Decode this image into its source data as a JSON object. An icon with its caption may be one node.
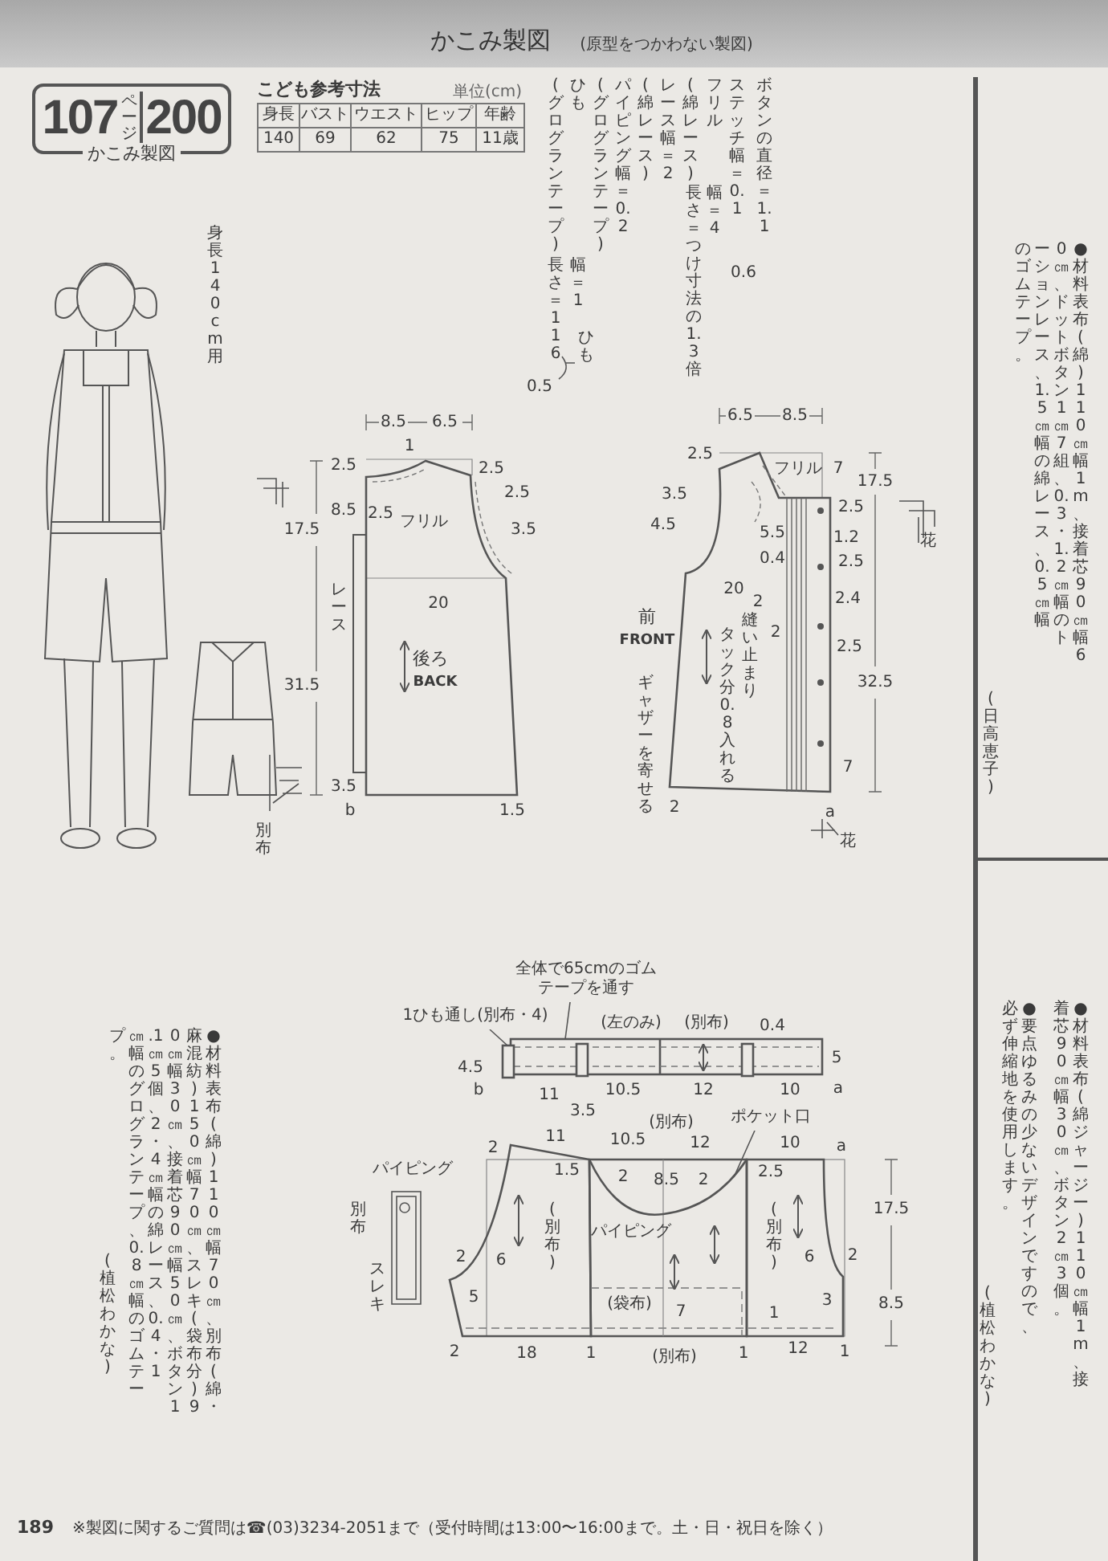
{
  "diagram": {
    "title": "かこみ製図",
    "nodes": [
      {
        "text": [
          "107",
          "ページ",
          "200",
          "かこみ製図"
        ]
      },
      {
        "text": [
          "全体で65cmのゴムテープを通す"
        ]
      },
      {
        "text": [
          "1ひも通し(別布・4)"
        ]
      },
      {
        "text": [
          "ポケット口"
        ]
      },
      {
        "text": [],
        "shape": "box"
      },
      {
        "text": [],
        "shape": "box"
      },
      {
        "text": [],
        "shape": "curve"
      }
    ],
    "edges": [
      {
        "from": 1,
        "to": 4,
        "arrow": "none"
      },
      {
        "from": 2,
        "to": 5,
        "arrow": "none"
      },
      {
        "from": 3,
        "to": 6,
        "arrow": "none"
      }
    ],
    "labels": [
      "(原型をつかわない製図)",
      "こども参考寸法",
      "単位(cm)",
      "身長",
      "バスト",
      "ウエスト",
      "ヒップ",
      "年齢",
      "140",
      "69",
      "62",
      "75",
      "11歳",
      "身長140cm用",
      "(グログランテープ)",
      "ひも",
      "(グログランテープ)",
      "パイピング幅＝0.2",
      "(綿レース)",
      "レース幅＝2",
      "(綿レース)",
      "フリル",
      "ステッチ幅＝0.1",
      "ボタンの直径＝1.1",
      "長さ＝つけ寸法の1.3倍",
      "幅＝4",
      "長さ＝116",
      "幅＝1",
      "0.6",
      "ひも",
      "0.5",
      "8.5",
      "6.5",
      "1",
      "2.5",
      "2.5",
      "2.5",
      "17.5",
      "8.5",
      "2.5",
      "フリル",
      "3.5",
      "20",
      "レース",
      "後ろ",
      "31.5",
      "BACK",
      "3.5",
      "別布",
      "b",
      "1.5",
      "6.5",
      "8.5",
      "2.5",
      "フリル",
      "7",
      "17.5",
      "3.5",
      "2.5",
      "4.5",
      "5.5",
      "1.2",
      "花",
      "0.4",
      "2.5",
      "20",
      "2",
      "2.4",
      "前",
      "FRONT",
      "タック分0.8入れる",
      "縫い止まり",
      "2",
      "2.5",
      "ギャザーを寄せる",
      "32.5",
      "7",
      "2",
      "a",
      "花",
      "(左のみ)",
      "(別布)",
      "0.4",
      "4.5",
      "5",
      "b",
      "11",
      "10.5",
      "12",
      "10",
      "a",
      "3.5",
      "(別布)",
      "2",
      "11",
      "10.5",
      "12",
      "10",
      "a",
      "パイピング",
      "1.5",
      "2",
      "8.5",
      "2",
      "2.5",
      "別布",
      "(別布)",
      "(別布)",
      "17.5",
      "パイピング",
      "スレキ",
      "2",
      "6",
      "6",
      "2",
      "5",
      "(袋布)",
      "7",
      "1",
      "3",
      "8.5",
      "2",
      "18",
      "1",
      "(別布)",
      "1",
      "12",
      "1",
      "●材料表布(綿)110㎝幅70㎝、別布(綿・麻混紡)150㎝幅70㎝、スレキ(袋布分)90㎝幅30㎝、接着芯90㎝幅50㎝、ボタン1.1㎝5個、2・4㎝幅の綿レース、0.4・1㎝幅のグログランテープ、0.8㎝幅のゴムテープ。",
      "(植松わかな)",
      "●材料表布(綿)110㎝幅1m、接着芯90㎝幅60㎝、ドットボタン1㎝7組、0.3・1.2㎝幅のトーションレース、1.5㎝幅の綿レース、0.5㎝幅のゴムテープ。",
      "(日高恵子)",
      "●要点ゆるみの少ないデザインですので、必ず伸縮地を使用します。",
      "●材料表布(綿ジャージー)110㎝幅1m、接着芯90㎝幅30㎝、ボタン2㎝3個。",
      "(植松わかな)",
      "189",
      "※製図に関するご質問は☎(03)3234-2051まで（受付時間は13:00〜16:00まで。土・日・祝日を除く）"
    ]
  }
}
